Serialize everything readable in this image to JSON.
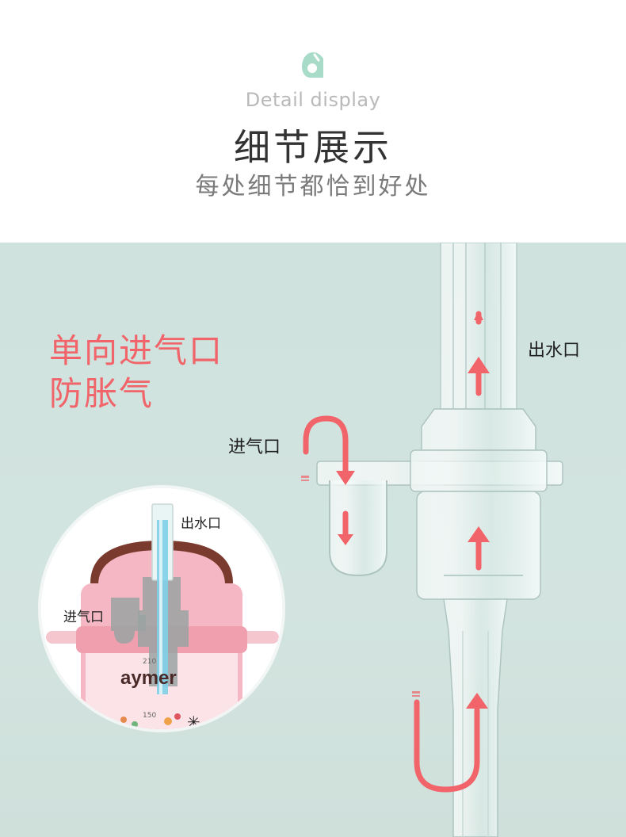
{
  "header": {
    "subtitle_en": "Detail display",
    "title": "细节展示",
    "subtitle_cn": "每处细节都恰到好处"
  },
  "feature": {
    "line1": "单向进气口",
    "line2": "防胀气"
  },
  "labels": {
    "water_outlet": "出水口",
    "air_inlet": "进气口"
  },
  "inset": {
    "water_outlet": "出水口",
    "air_inlet": "进气口",
    "brand": "aymer",
    "marking_1": "150",
    "marking_2": "210"
  },
  "colors": {
    "accent": "#f0646a",
    "panel_bg": "#cfe2de",
    "cup_pink": "#f4b7c3",
    "lid_brown": "#7a3a2e",
    "logo_mint": "#a8dcc8"
  }
}
